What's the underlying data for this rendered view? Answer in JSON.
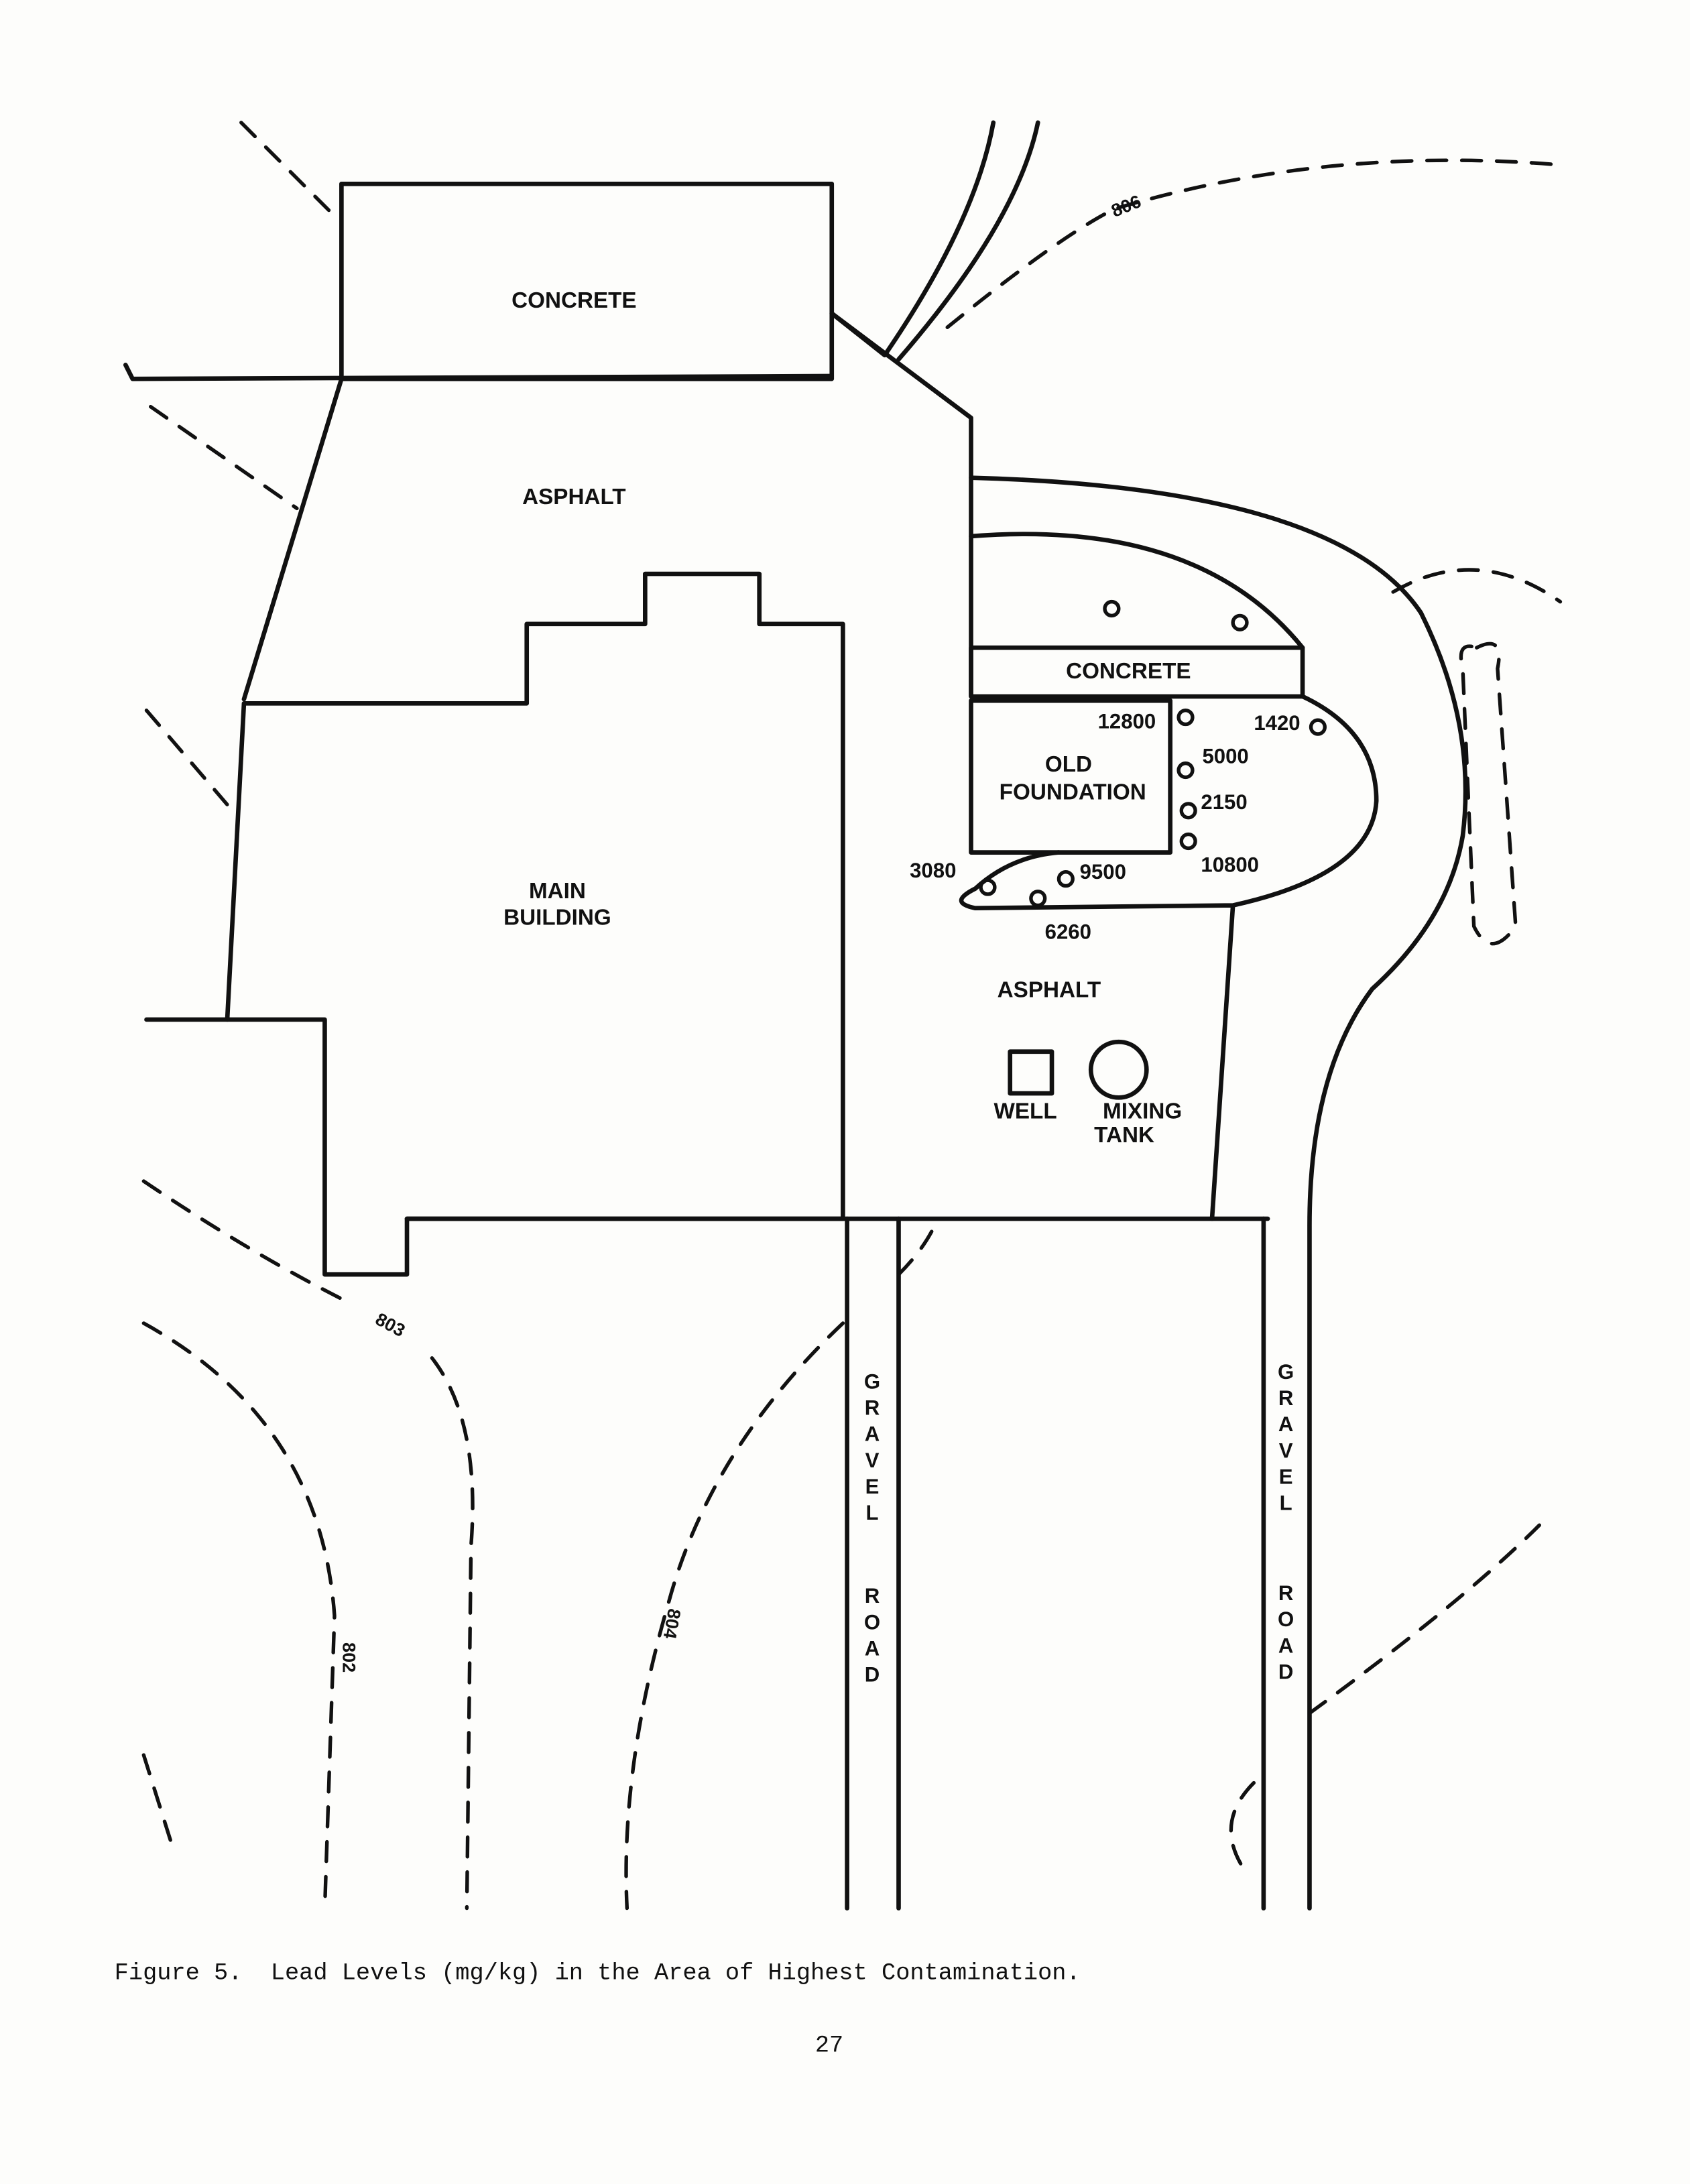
{
  "map": {
    "areas": {
      "concrete_top": "CONCRETE",
      "asphalt_top": "ASPHALT",
      "main_building": [
        "MAIN",
        "BUILDING"
      ],
      "concrete_strip": "CONCRETE",
      "old_foundation": [
        "OLD",
        "FOUNDATION"
      ],
      "asphalt_lower": "ASPHALT",
      "well": "WELL",
      "mixing_tank": [
        "MIXING",
        "TANK"
      ]
    },
    "roads": [
      {
        "name": "GRAVEL",
        "type": "ROAD"
      },
      {
        "name": "GRAVEL",
        "type": "ROAD"
      }
    ],
    "samples": [
      {
        "value": "12800"
      },
      {
        "value": "1420"
      },
      {
        "value": "5000"
      },
      {
        "value": "2150"
      },
      {
        "value": "10800"
      },
      {
        "value": "3080"
      },
      {
        "value": "9500"
      },
      {
        "value": "6260"
      }
    ],
    "contours": [
      "806",
      "803",
      "802",
      "804"
    ]
  },
  "caption": "Figure 5.  Lead Levels (mg/kg) in the Area of Highest Contamination.",
  "page_number": "27"
}
